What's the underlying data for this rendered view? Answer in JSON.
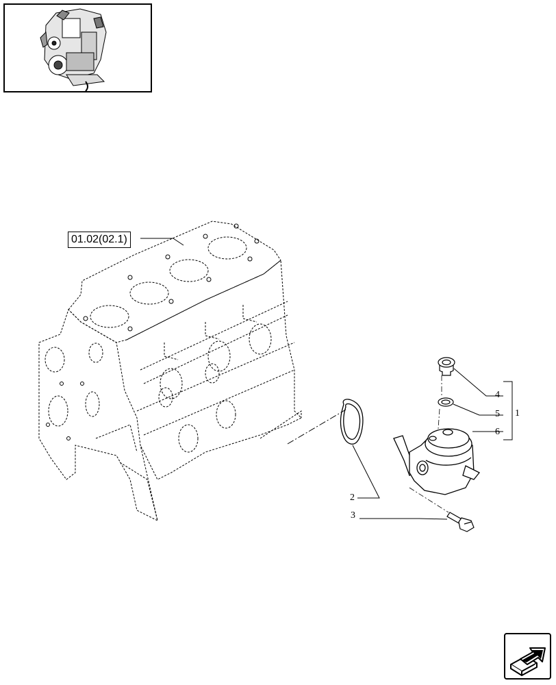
{
  "thumbnail": {
    "icon": "engine-overview-icon"
  },
  "reference": {
    "label": "01.02(02.1)"
  },
  "callouts": [
    {
      "id": "1",
      "text": "1"
    },
    {
      "id": "2",
      "text": "2"
    },
    {
      "id": "3",
      "text": "3"
    },
    {
      "id": "4",
      "text": "4"
    },
    {
      "id": "5",
      "text": "5"
    },
    {
      "id": "6",
      "text": "6"
    }
  ],
  "navigation": {
    "icon": "next-page-arrow-icon"
  },
  "colors": {
    "line": "#000000",
    "background": "#ffffff"
  }
}
